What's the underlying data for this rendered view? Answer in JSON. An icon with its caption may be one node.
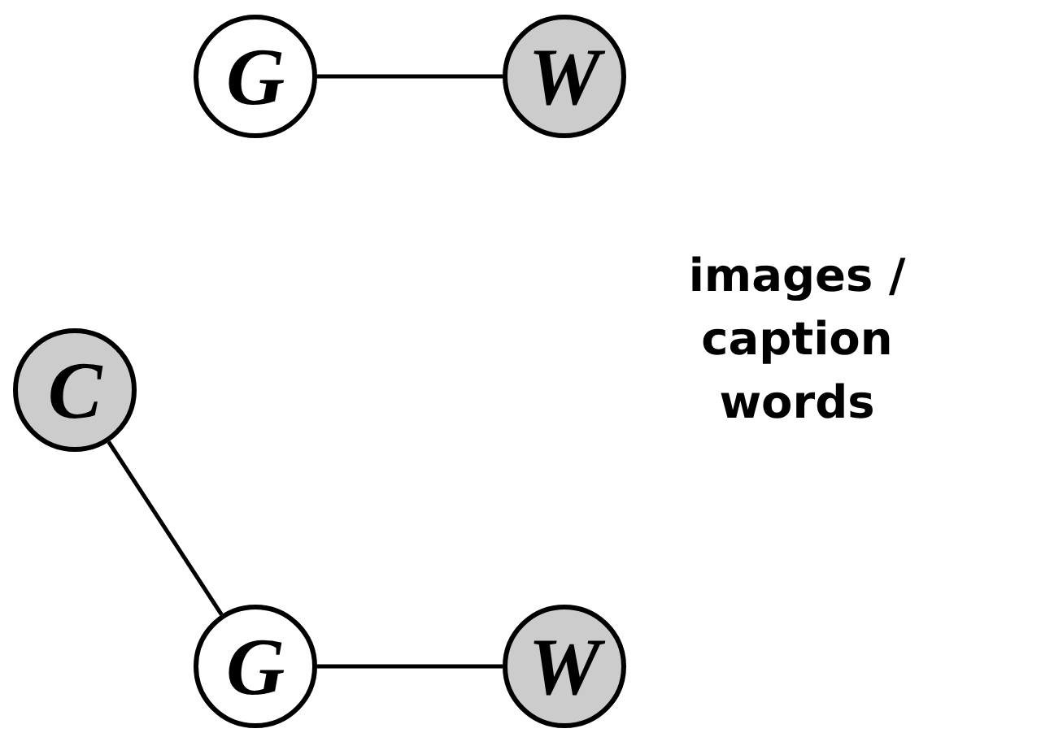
{
  "diagram": {
    "nodes": [
      {
        "text": [
          "G"
        ]
      },
      {
        "text": [
          "W"
        ]
      },
      {
        "text": [
          "C"
        ]
      },
      {
        "text": [
          "G"
        ]
      },
      {
        "text": [
          "W"
        ]
      }
    ],
    "edges": [
      {
        "from": 0,
        "to": 1,
        "arrow": "none"
      },
      {
        "from": 2,
        "to": 3,
        "arrow": "none"
      },
      {
        "from": 3,
        "to": 4,
        "arrow": "none"
      }
    ],
    "labels": [
      "images / caption words"
    ]
  }
}
